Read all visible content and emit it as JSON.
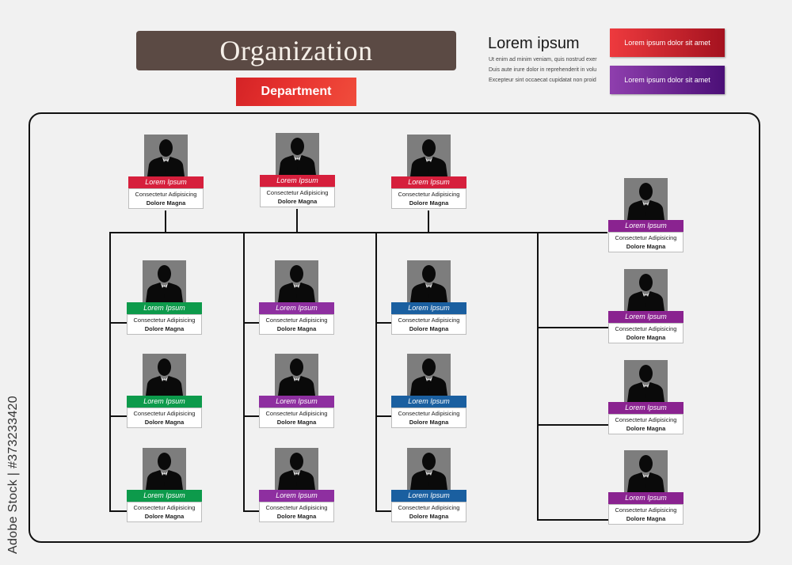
{
  "header": {
    "title": "Organization",
    "department": "Department"
  },
  "legend": {
    "heading": "Lorem ipsum",
    "text_lines": [
      "Ut enim ad minim veniam, quis nostrud exer",
      "Duis aute irure dolor in reprehenderit in volu",
      "Excepteur sint occaecat cupidatat non proid"
    ],
    "bars": [
      {
        "label": "Lorem ipsum dolor sit amet",
        "color": "#c8102e"
      },
      {
        "label": "Lorem ipsum dolor sit amet",
        "color": "#6b2090"
      }
    ]
  },
  "card_text": {
    "name": "Lorem Ipsum",
    "line1": "Consectetur Adipisicing",
    "line2": "Dolore Magna"
  },
  "colors": {
    "red": "#d61f3c",
    "green": "#0d9a4b",
    "purple": "#8e2fa0",
    "blue": "#1a5fa0",
    "magenta": "#8a2390"
  },
  "cards": [
    {
      "color": "red",
      "name": "Lorem Ipsum",
      "line1": "Consectetur Adipisicing",
      "line2": "Dolore Magna"
    },
    {
      "color": "red",
      "name": "Lorem Ipsum",
      "line1": "Consectetur Adipisicing",
      "line2": "Dolore Magna"
    },
    {
      "color": "red",
      "name": "Lorem Ipsum",
      "line1": "Consectetur Adipisicing",
      "line2": "Dolore Magna"
    },
    {
      "color": "magenta",
      "name": "Lorem Ipsum",
      "line1": "Consectetur Adipisicing",
      "line2": "Dolore Magna"
    },
    {
      "color": "green",
      "name": "Lorem Ipsum",
      "line1": "Consectetur Adipisicing",
      "line2": "Dolore Magna"
    },
    {
      "color": "green",
      "name": "Lorem Ipsum",
      "line1": "Consectetur Adipisicing",
      "line2": "Dolore Magna"
    },
    {
      "color": "green",
      "name": "Lorem Ipsum",
      "line1": "Consectetur Adipisicing",
      "line2": "Dolore Magna"
    },
    {
      "color": "purple",
      "name": "Lorem Ipsum",
      "line1": "Consectetur Adipisicing",
      "line2": "Dolore Magna"
    },
    {
      "color": "purple",
      "name": "Lorem Ipsum",
      "line1": "Consectetur Adipisicing",
      "line2": "Dolore Magna"
    },
    {
      "color": "purple",
      "name": "Lorem Ipsum",
      "line1": "Consectetur Adipisicing",
      "line2": "Dolore Magna"
    },
    {
      "color": "blue",
      "name": "Lorem Ipsum",
      "line1": "Consectetur Adipisicing",
      "line2": "Dolore Magna"
    },
    {
      "color": "blue",
      "name": "Lorem Ipsum",
      "line1": "Consectetur Adipisicing",
      "line2": "Dolore Magna"
    },
    {
      "color": "blue",
      "name": "Lorem Ipsum",
      "line1": "Consectetur Adipisicing",
      "line2": "Dolore Magna"
    },
    {
      "color": "magenta",
      "name": "Lorem Ipsum",
      "line1": "Consectetur Adipisicing",
      "line2": "Dolore Magna"
    },
    {
      "color": "magenta",
      "name": "Lorem Ipsum",
      "line1": "Consectetur Adipisicing",
      "line2": "Dolore Magna"
    },
    {
      "color": "magenta",
      "name": "Lorem Ipsum",
      "line1": "Consectetur Adipisicing",
      "line2": "Dolore Magna"
    }
  ],
  "watermark": "Adobe Stock | #373233420"
}
